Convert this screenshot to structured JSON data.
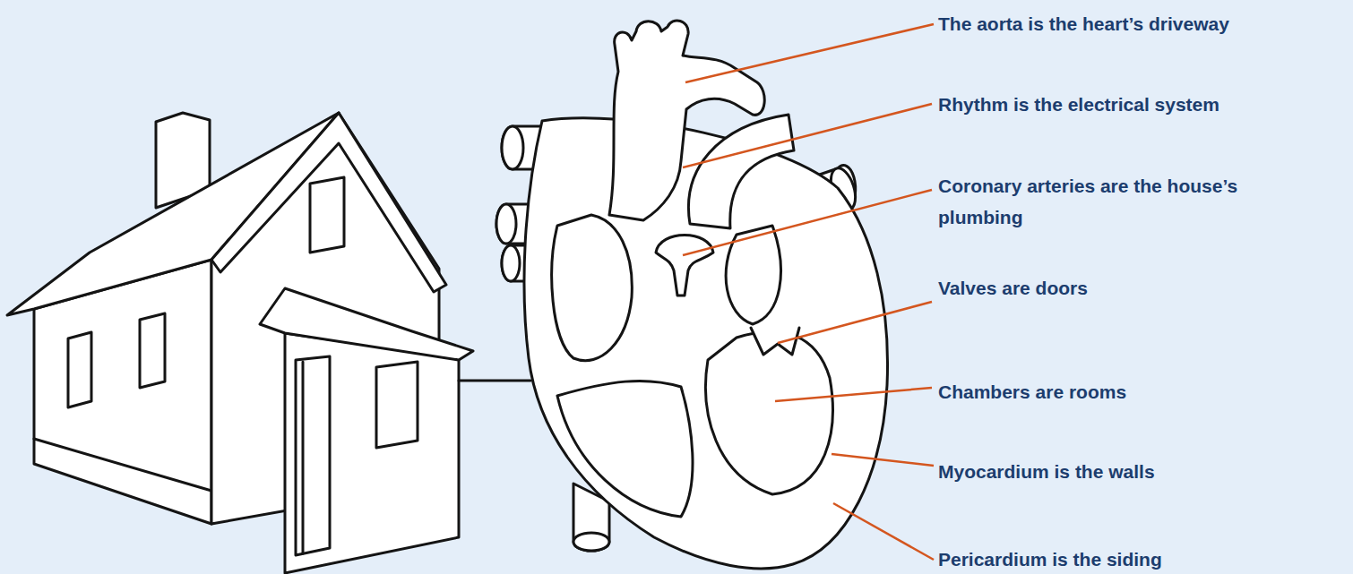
{
  "diagram": {
    "labels": [
      "The aorta is the heart’s driveway",
      "Rhythm is the electrical system",
      "Coronary arteries are the house’s plumbing",
      "Valves are doors",
      "Chambers are rooms",
      "Myocardium is the walls",
      "Pericardium is the siding"
    ]
  }
}
